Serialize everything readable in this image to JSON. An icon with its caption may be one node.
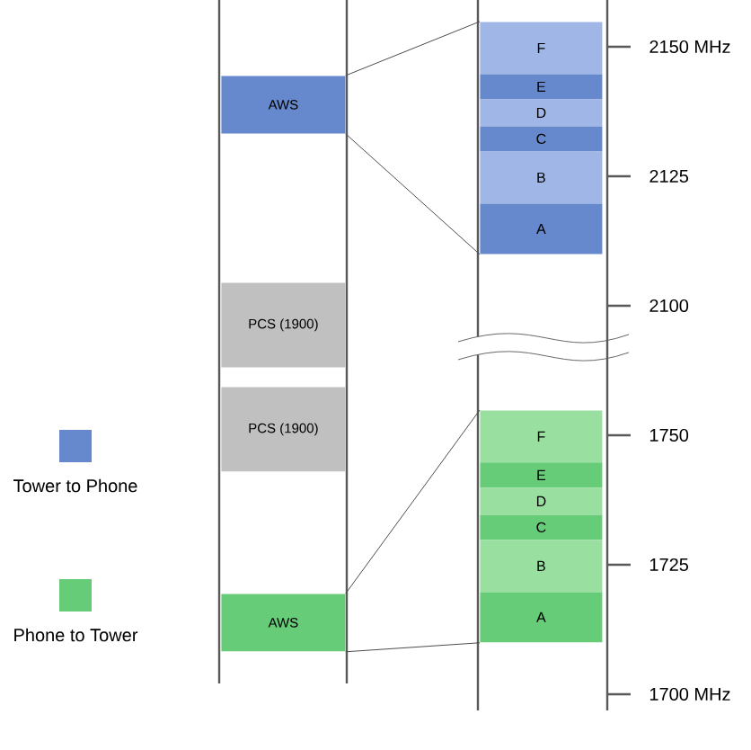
{
  "diagram": {
    "nodes": [
      {
        "text": [
          "AWS"
        ]
      },
      {
        "text": [
          "PCS (1900)"
        ]
      },
      {
        "text": [
          "PCS (1900)"
        ]
      },
      {
        "text": [
          "AWS"
        ]
      },
      {
        "text": [
          "F"
        ]
      },
      {
        "text": [
          "E"
        ]
      },
      {
        "text": [
          "D"
        ]
      },
      {
        "text": [
          "C"
        ]
      },
      {
        "text": [
          "B"
        ]
      },
      {
        "text": [
          "A"
        ]
      },
      {
        "text": [
          "F"
        ]
      },
      {
        "text": [
          "E"
        ]
      },
      {
        "text": [
          "D"
        ]
      },
      {
        "text": [
          "C"
        ]
      },
      {
        "text": [
          "B"
        ]
      },
      {
        "text": [
          "A"
        ]
      }
    ],
    "edges": [
      {
        "from": 0,
        "to": 4,
        "arrow": "none"
      },
      {
        "from": 0,
        "to": 9,
        "arrow": "none"
      },
      {
        "from": 3,
        "to": 10,
        "arrow": "none"
      },
      {
        "from": 3,
        "to": 15,
        "arrow": "none"
      }
    ],
    "labels": [
      "2150 MHz",
      "2125",
      "2100",
      "1750",
      "1725",
      "1700 MHz"
    ],
    "legend": [
      {
        "text": "Tower to Phone",
        "color": "#6688cc"
      },
      {
        "text": "Phone to Tower",
        "color": "#66cc77"
      }
    ]
  }
}
